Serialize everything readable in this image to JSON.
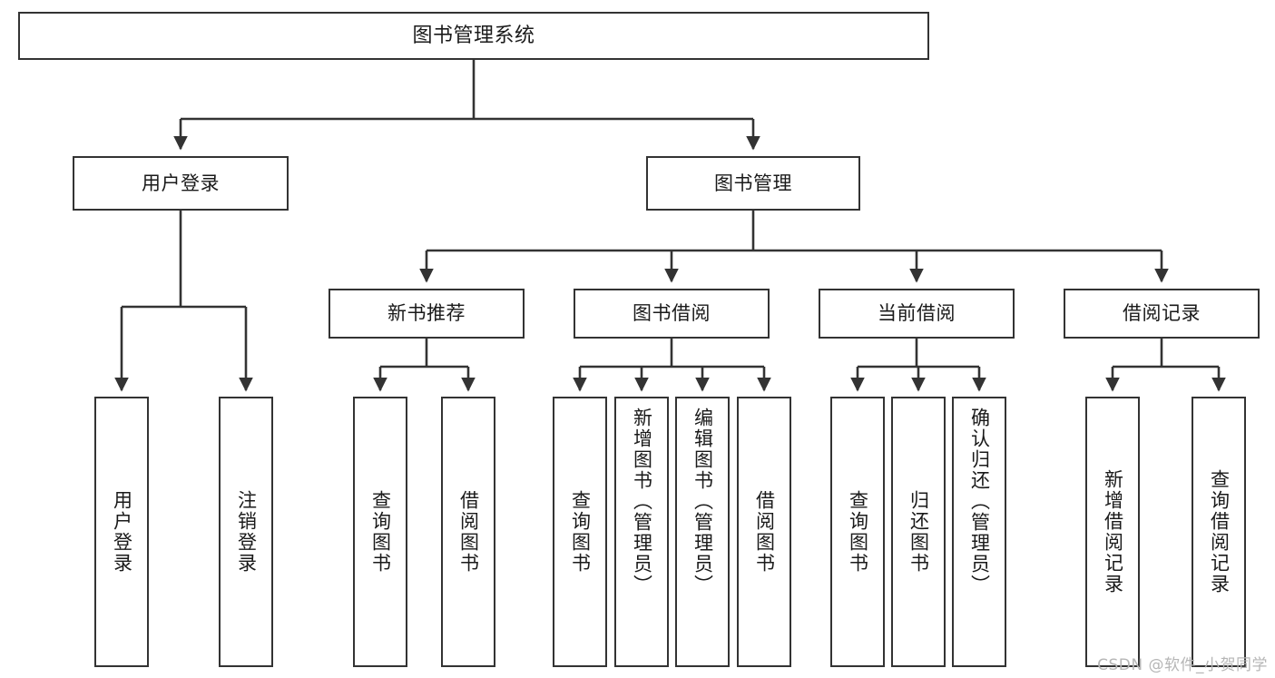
{
  "diagram": {
    "title": "图书管理系统",
    "type": "tree-hierarchy-diagram",
    "watermark": "CSDN @软件_小贺同学",
    "colors": {
      "border": "#333333",
      "background": "#ffffff",
      "text": "#1a1a1a",
      "watermark": "#b6b6b6"
    },
    "nodes": {
      "root": {
        "label": "图书管理系统"
      },
      "level1": [
        {
          "label": "用户登录"
        },
        {
          "label": "图书管理"
        }
      ],
      "level2": [
        {
          "label": "新书推荐"
        },
        {
          "label": "图书借阅"
        },
        {
          "label": "当前借阅"
        },
        {
          "label": "借阅记录"
        }
      ],
      "leaves": {
        "user_login": [
          {
            "label": "用户登录"
          },
          {
            "label": "注销登录"
          }
        ],
        "new_book_recommend": [
          {
            "label": "查询图书"
          },
          {
            "label": "借阅图书"
          }
        ],
        "book_borrow": [
          {
            "label": "查询图书"
          },
          {
            "label": "新增图书（管理员）"
          },
          {
            "label": "编辑图书（管理员）"
          },
          {
            "label": "借阅图书"
          }
        ],
        "current_borrow": [
          {
            "label": "查询图书"
          },
          {
            "label": "归还图书"
          },
          {
            "label": "确认归还（管理员）"
          }
        ],
        "borrow_record": [
          {
            "label": "新增借阅记录"
          },
          {
            "label": "查询借阅记录"
          }
        ]
      }
    }
  }
}
